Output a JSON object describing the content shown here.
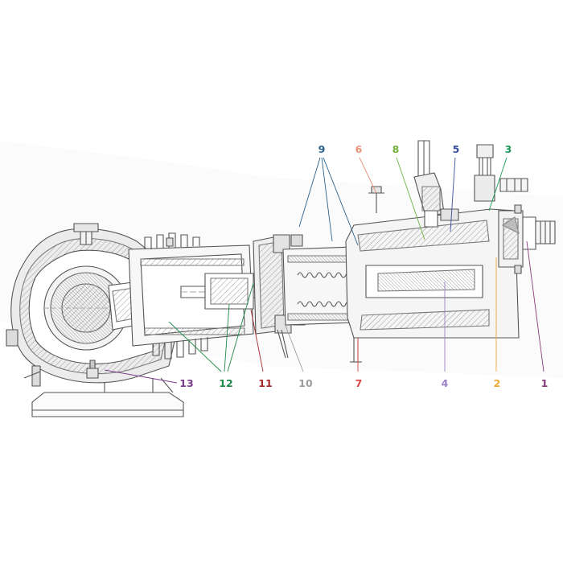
{
  "callouts": [
    {
      "id": "9",
      "label": "9",
      "color": "#2b5f8a"
    },
    {
      "id": "6",
      "label": "6",
      "color": "#e8937a"
    },
    {
      "id": "8",
      "label": "8",
      "color": "#6fb13f"
    },
    {
      "id": "5",
      "label": "5",
      "color": "#3a4f9c"
    },
    {
      "id": "3",
      "label": "3",
      "color": "#1f9a5a"
    },
    {
      "id": "13",
      "label": "13",
      "color": "#7a3d8c"
    },
    {
      "id": "12",
      "label": "12",
      "color": "#1e8a4a"
    },
    {
      "id": "11",
      "label": "11",
      "color": "#a62c2c"
    },
    {
      "id": "10",
      "label": "10",
      "color": "#9c9c9c"
    },
    {
      "id": "7",
      "label": "7",
      "color": "#d94848"
    },
    {
      "id": "4",
      "label": "4",
      "color": "#9a82c4"
    },
    {
      "id": "2",
      "label": "2",
      "color": "#f0a830"
    },
    {
      "id": "1",
      "label": "1",
      "color": "#8a3a7a"
    }
  ],
  "colors": {
    "line": "#555555",
    "hatch": "#9a9a9a",
    "shade": "#d8d8d8",
    "background": "#ffffff"
  }
}
